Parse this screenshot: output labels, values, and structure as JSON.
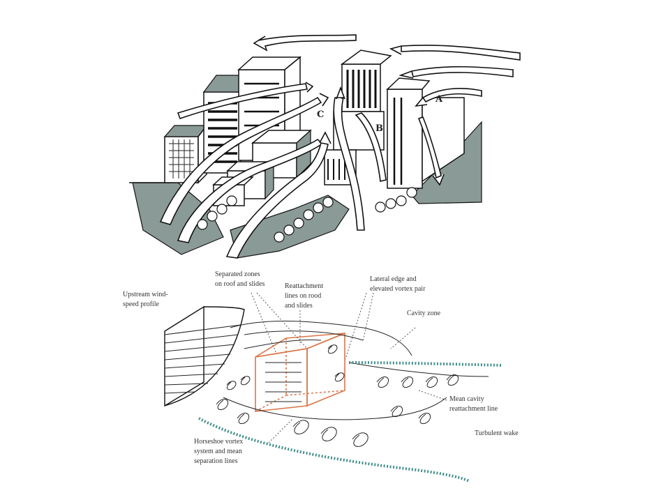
{
  "city_labels": {
    "a": "A",
    "b": "B",
    "c": "C"
  },
  "diagram_labels": {
    "upstream": [
      "Upstream wind-",
      "speed profile"
    ],
    "separated": [
      "Separated zones",
      "on roof and slides"
    ],
    "reattachment": [
      "Reattachment",
      "lines on rood",
      "and slides"
    ],
    "lateral": [
      "Lateral edge and",
      "elevated vortex pair"
    ],
    "cavity": [
      "Cavity zone"
    ],
    "mean_cavity": [
      "Mean cavity",
      "reattachment line"
    ],
    "horseshoe": [
      "Horseshoe vortex",
      "system and mean",
      "separation lines"
    ],
    "wake": [
      "Turbulent wake"
    ]
  },
  "colors": {
    "ink": "#111111",
    "shade": "#8a9a96",
    "cube": "#d9764a",
    "wake": "#3f8f8c"
  }
}
